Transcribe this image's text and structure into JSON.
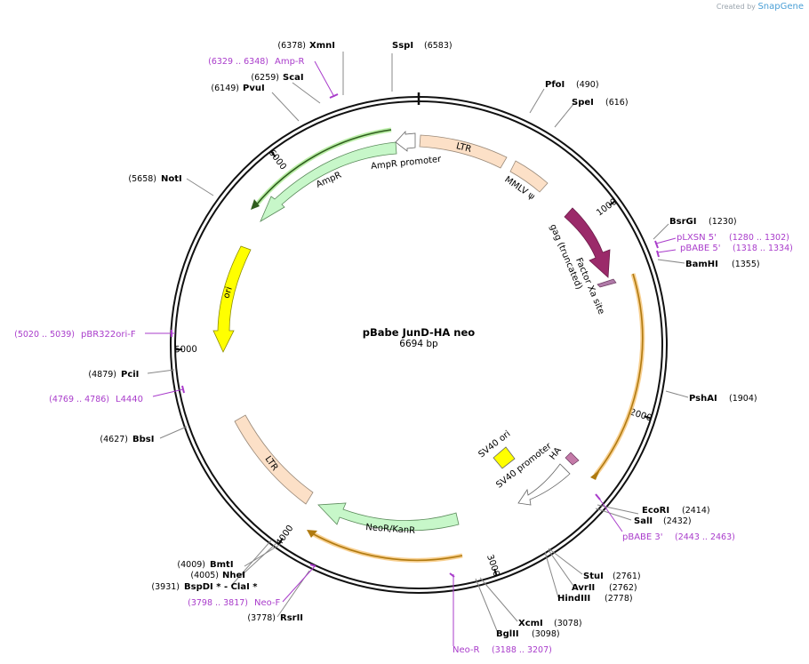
{
  "credit": {
    "prefix": "Created by",
    "brand": "SnapGene"
  },
  "plasmid": {
    "name": "pBabe JunD-HA neo",
    "size": "6694 bp",
    "length": 6694
  },
  "ticks": [
    {
      "bp": 1000,
      "label": "1000"
    },
    {
      "bp": 2000,
      "label": "2000"
    },
    {
      "bp": 3000,
      "label": "3000"
    },
    {
      "bp": 4000,
      "label": "4000"
    },
    {
      "bp": 5000,
      "label": "5000"
    },
    {
      "bp": 6000,
      "label": "6000"
    }
  ],
  "enzymes": [
    {
      "name": "SspI",
      "pos": "(6583)"
    },
    {
      "name": "XmnI",
      "pos": "(6378)"
    },
    {
      "name": "ScaI",
      "pos": "(6259)"
    },
    {
      "name": "PvuI",
      "pos": "(6149)"
    },
    {
      "name": "PfoI",
      "pos": "(490)"
    },
    {
      "name": "SpeI",
      "pos": "(616)"
    },
    {
      "name": "NotI",
      "pos": "(5658)"
    },
    {
      "name": "BsrGI",
      "pos": "(1230)"
    },
    {
      "name": "BamHI",
      "pos": "(1355)"
    },
    {
      "name": "PciI",
      "pos": "(4879)"
    },
    {
      "name": "BbsI",
      "pos": "(4627)"
    },
    {
      "name": "PshAI",
      "pos": "(1904)"
    },
    {
      "name": "EcoRI",
      "pos": "(2414)"
    },
    {
      "name": "SalI",
      "pos": "(2432)"
    },
    {
      "name": "StuI",
      "pos": "(2761)"
    },
    {
      "name": "AvrII",
      "pos": "(2762)"
    },
    {
      "name": "HindIII",
      "pos": "(2778)"
    },
    {
      "name": "XcmI",
      "pos": "(3078)"
    },
    {
      "name": "BglII",
      "pos": "(3098)"
    },
    {
      "name": "BmtI",
      "pos": "(4009)"
    },
    {
      "name": "NheI",
      "pos": "(4005)"
    },
    {
      "name": "BspDI * - ClaI *",
      "pos": "(3931)"
    },
    {
      "name": "RsrII",
      "pos": "(3778)"
    }
  ],
  "primers": [
    {
      "name": "Amp-R",
      "range": "(6329 .. 6348)"
    },
    {
      "name": "pLXSN 5'",
      "range": "(1280 .. 1302)"
    },
    {
      "name": "pBABE 5'",
      "range": "(1318 .. 1334)"
    },
    {
      "name": "pBR322ori-F",
      "range": "(5020 .. 5039)"
    },
    {
      "name": "L4440",
      "range": "(4769 .. 4786)"
    },
    {
      "name": "pBABE 3'",
      "range": "(2443 .. 2463)"
    },
    {
      "name": "Neo-F",
      "range": "(3798 .. 3817)"
    },
    {
      "name": "Neo-R",
      "range": "(3188 .. 3207)"
    }
  ],
  "features": [
    {
      "name": "LTR",
      "color": "#fce0c7"
    },
    {
      "name": "MMLV ψ",
      "color": "#fce0c7"
    },
    {
      "name": "gag (truncated)",
      "color": "#9b2a6a"
    },
    {
      "name": "Factor Xa site",
      "color": "#b07aa8"
    },
    {
      "name": "HA",
      "color": "#c47aa8"
    },
    {
      "name": "SV40 promoter",
      "color": "#ffffff"
    },
    {
      "name": "SV40 ori",
      "color": "#ffff00"
    },
    {
      "name": "NeoR/KanR",
      "color": "#c7f7c9"
    },
    {
      "name": "LTR",
      "color": "#fce0c7"
    },
    {
      "name": "ori",
      "color": "#ffff00"
    },
    {
      "name": "AmpR",
      "color": "#c7f7c9"
    },
    {
      "name": "AmpR promoter",
      "color": "#ffffff"
    }
  ],
  "colors": {
    "primer": "#a93ccb",
    "orf_green": "#2f7d1e",
    "orf_orange": "#b8860b"
  }
}
